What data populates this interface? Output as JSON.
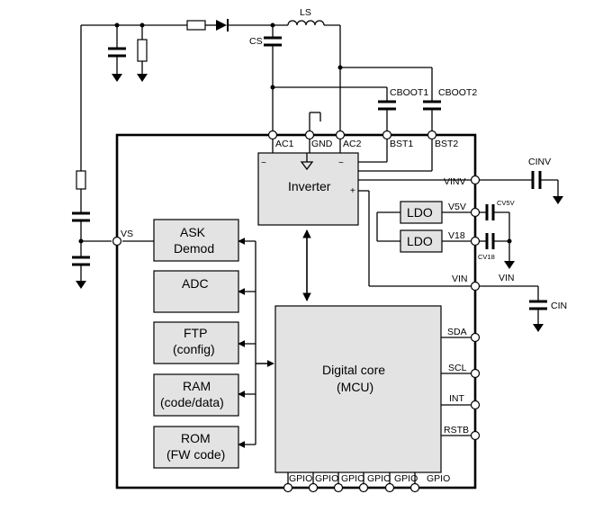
{
  "components": {
    "ls": "LS",
    "cs": "CS",
    "cboot1": "CBOOT1",
    "cboot2": "CBOOT2",
    "cinv": "CINV",
    "cv5v": "CV5V",
    "cv18": "CV18",
    "cin": "CIN",
    "vin_net": "VIN"
  },
  "pins": {
    "ac1": "AC1",
    "gnd": "GND",
    "ac2": "AC2",
    "bst1": "BST1",
    "bst2": "BST2",
    "vinv": "VINV",
    "v5v": "V5V",
    "v18": "V18",
    "vin": "VIN",
    "vs": "VS",
    "sda": "SDA",
    "scl": "SCL",
    "int": "INT",
    "rstb": "RSTB",
    "gpio": [
      "GPIO",
      "GPIO",
      "GPIO",
      "GPIO",
      "GPIO",
      "GPIO"
    ]
  },
  "blocks": {
    "inverter": "Inverter",
    "ldo_top": "LDO",
    "ldo_bottom": "LDO",
    "ask_line1": "ASK",
    "ask_line2": "Demod",
    "adc": "ADC",
    "ftp_line1": "FTP",
    "ftp_line2": "(config)",
    "ram_line1": "RAM",
    "ram_line2": "(code/data)",
    "rom_line1": "ROM",
    "rom_line2": "(FW code)",
    "core_line1": "Digital core",
    "core_line2": "(MCU)"
  },
  "inverter_marks": {
    "tilde_left": "~",
    "tilde_right": "~",
    "plus": "+"
  }
}
